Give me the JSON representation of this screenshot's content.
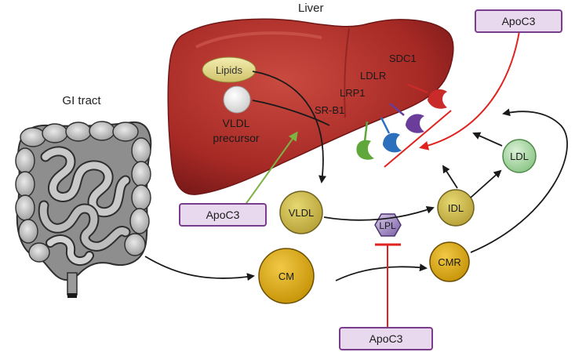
{
  "labels": {
    "liver": "Liver",
    "gi_tract": "GI tract",
    "lipids": "Lipids",
    "vldl_precursor_line1": "VLDL",
    "vldl_precursor_line2": "precursor",
    "receptor_sdc1": "SDC1",
    "receptor_ldlr": "LDLR",
    "receptor_lrp1": "LRP1",
    "receptor_srb1": "SR-B1"
  },
  "particles": {
    "vldl": "VLDL",
    "idl": "IDL",
    "ldl": "LDL",
    "cm": "CM",
    "cmr": "CMR"
  },
  "enzyme": {
    "lpl": "LPL"
  },
  "inhibitors": {
    "apoc3_liver_secretion": "ApoC3",
    "apoc3_receptor_uptake": "ApoC3",
    "apoc3_lpl": "ApoC3"
  },
  "colors": {
    "liver": "#b0302c",
    "liver_dark": "#7e1b1a",
    "apoc3_border": "#7a3d8c",
    "apoc3_fill": "#e9d9ef",
    "inhibition": "#e0231f",
    "activation": "#7cb342",
    "particle_gold": "#d4a514",
    "particle_olive": "#c9b64a",
    "ldl_green": "#a8d5a4",
    "lpl_purple": "#8f78b5",
    "receptor_green": "#5fa73a",
    "receptor_blue": "#2c6fbd",
    "receptor_purple": "#6a3d9a",
    "receptor_red": "#c92b2b"
  }
}
